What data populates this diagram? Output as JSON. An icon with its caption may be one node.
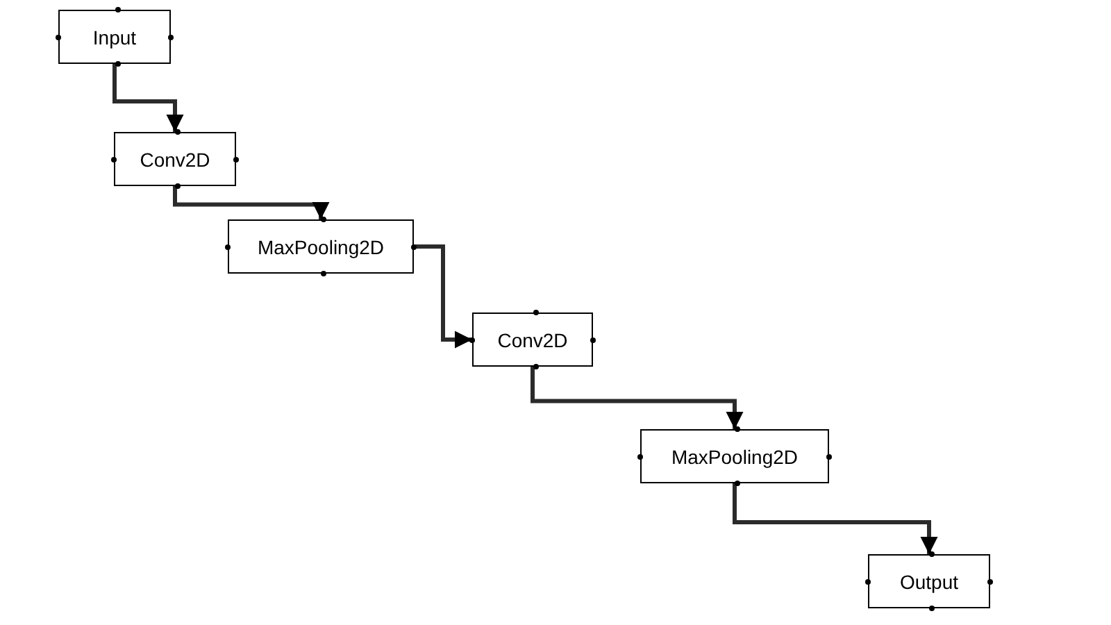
{
  "diagram": {
    "nodes": [
      {
        "text": [
          "Input"
        ]
      },
      {
        "text": [
          "Conv2D"
        ]
      },
      {
        "text": [
          "MaxPooling2D"
        ]
      },
      {
        "text": [
          "Conv2D"
        ]
      },
      {
        "text": [
          "MaxPooling2D"
        ]
      },
      {
        "text": [
          "Output"
        ]
      }
    ],
    "edges": [
      {
        "from": 0,
        "to": 1,
        "arrow": "to"
      },
      {
        "from": 1,
        "to": 2,
        "arrow": "to"
      },
      {
        "from": 2,
        "to": 3,
        "arrow": "to"
      },
      {
        "from": 3,
        "to": 4,
        "arrow": "to"
      },
      {
        "from": 4,
        "to": 5,
        "arrow": "to"
      }
    ]
  }
}
